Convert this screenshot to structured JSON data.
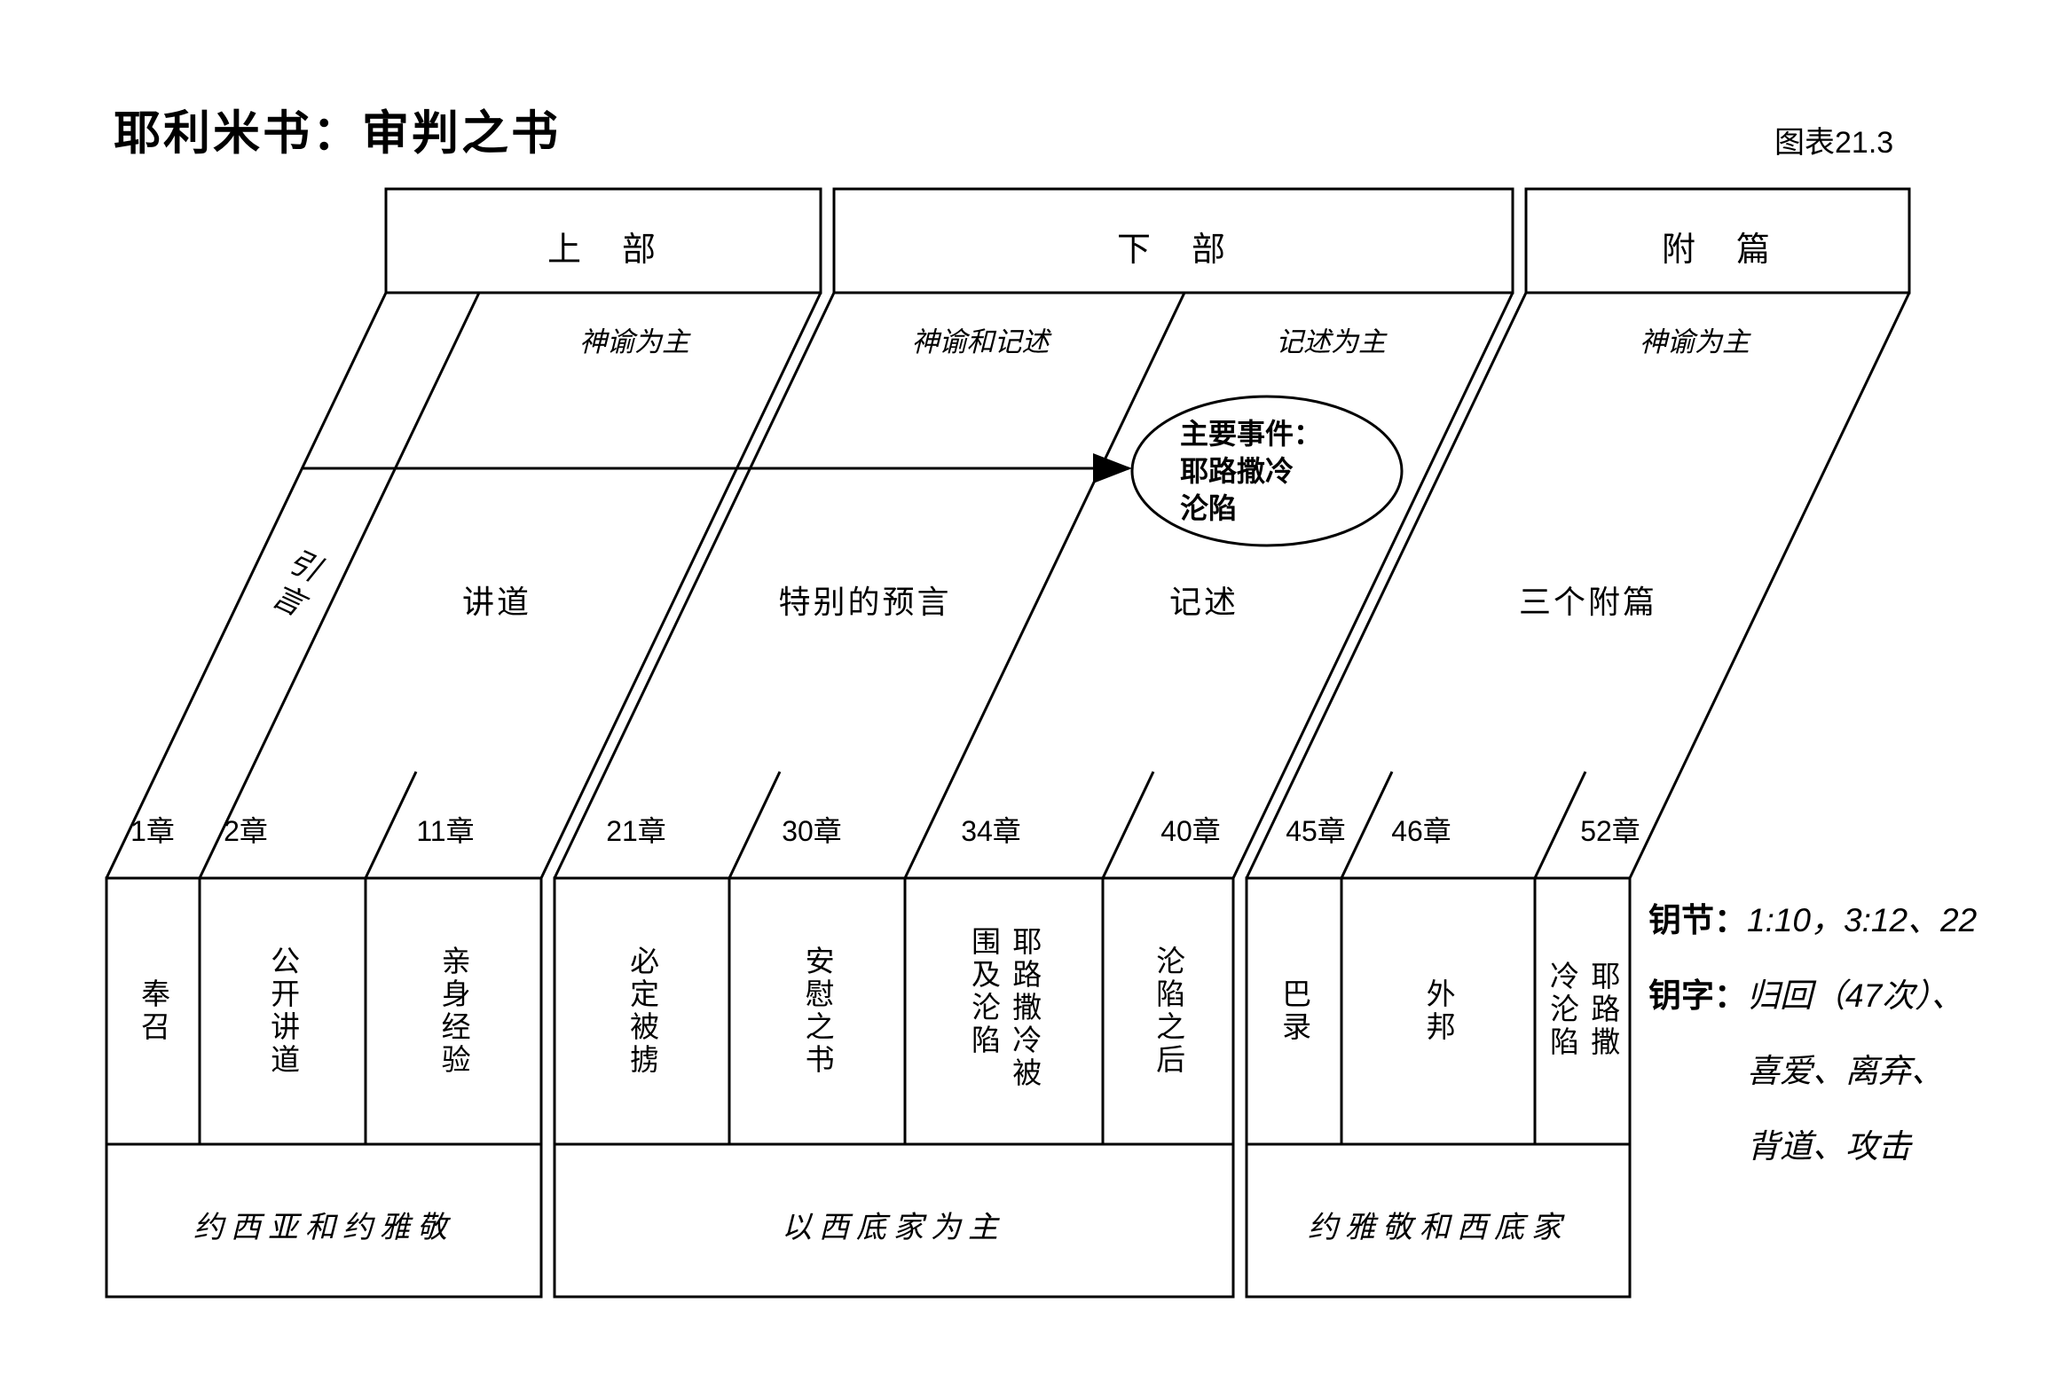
{
  "meta": {
    "title": "耶利米书：审判之书",
    "figure_label": "图表21.3"
  },
  "headers": {
    "upper": "上　部",
    "lower": "下　部",
    "appendix": "附　篇"
  },
  "band_labels": {
    "upper": "神谕为主",
    "lower_left": "神谕和记述",
    "lower_right": "记述为主",
    "appendix": "神谕为主"
  },
  "regions": {
    "intro": "引言",
    "sermons": "讲道",
    "prophecies": "特别的预言",
    "narratives": "记述",
    "appendices": "三个附篇"
  },
  "callout": {
    "text": "主要事件：\n耶路撒冷\n沦陷"
  },
  "chapters": [
    "1章",
    "2章",
    "11章",
    "21章",
    "30章",
    "34章",
    "40章",
    "45章",
    "46章",
    "52章"
  ],
  "sections": [
    "奉召",
    "公开讲道",
    "亲身经验",
    "必定被掳",
    "安慰之书",
    "耶路撒冷被围及沦陷",
    "沦陷之后",
    "巴录",
    "外邦",
    "耶路撒冷沦陷"
  ],
  "reign_labels": [
    "约西亚和约雅敬",
    "以西底家为主",
    "约雅敬和西底家"
  ],
  "keys": {
    "verse_label": "钥节：",
    "verse_value": "1:10，3:12、22",
    "word_label": "钥字：",
    "word_value": "归回（47次）、\n喜爱、离弃、\n背道、攻击"
  },
  "colors": {
    "line": "#000000",
    "background": "#ffffff"
  }
}
